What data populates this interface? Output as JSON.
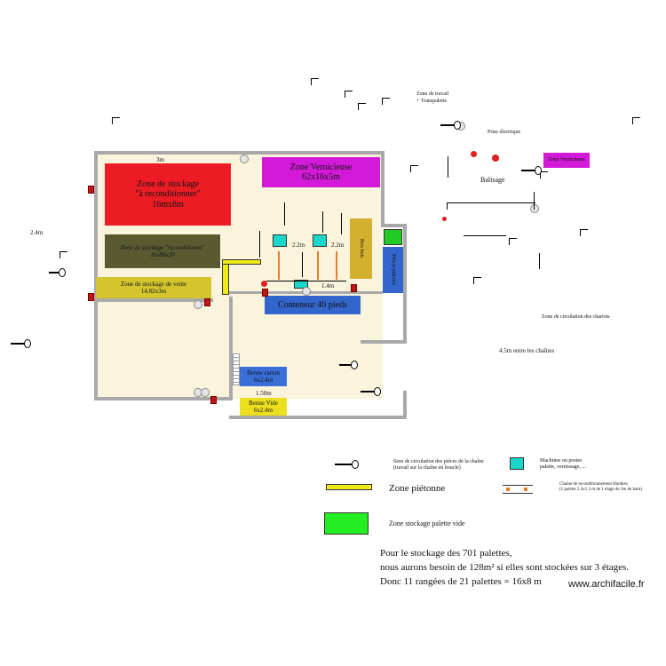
{
  "zones": {
    "stock_recond": {
      "line1": "Zone de stockage",
      "line2": "\"à reconditionner\"",
      "line3": "16mx8m",
      "color": "#ed1c24"
    },
    "vernicious": {
      "line1": "Zone Vernicieuse",
      "line2": "62x16x5m",
      "color": "#d21ad8"
    },
    "stock_recondit": {
      "line1": "Zone de stockage \"reconditionné\"",
      "line2": "16x80x20",
      "color": "#5a5a32"
    },
    "stock_vente": {
      "line1": "Zone de stockage de vente",
      "line2": "14.82x3m",
      "color": "#d4c52f"
    },
    "conteneur": {
      "label": "Conteneur 40 pieds",
      "color": "#3366cc"
    },
    "pieces_palettes": {
      "label": "Pièces palettes",
      "color": "#3366cc"
    },
    "wood_box": {
      "label": "Box bois",
      "color": "#d4b02f"
    },
    "green_small": {
      "color": "#22cc22"
    },
    "benne_carton": {
      "line1": "Benne carton",
      "line2": "6x2.4m",
      "color": "#3a6fd8"
    },
    "benne_vide": {
      "line1": "Benne Vide",
      "line2": "6x2.4m",
      "color": "#ecdf1e"
    },
    "right_magenta": {
      "label": "Zone Vernicieuse",
      "color": "#d21ad8"
    }
  },
  "labels": {
    "zone_travail": "Zone de travail",
    "transpalette": "+ Transpalette",
    "prise": "Prise électrique",
    "balisage": "Balisage",
    "circulation": "Zone de circulation des chariots",
    "entre_chaines": "4.5m entre les chaînes",
    "dim_3m": "3m",
    "dim_24m": "2.4m",
    "dim_15m": "1.50m",
    "dim_22m": "2.2m",
    "dim_14m": "1.4m"
  },
  "legend": {
    "arrow_text_1": "Sens de circulation des pièces de la chaîne",
    "arrow_text_2": "(travail sur la chaîne en boucle)",
    "cyan_text_1": "Machines ou postes",
    "cyan_text_2": "palette, vernissage, ...",
    "pedestrian": "Zone piétonne",
    "chain_text_1": "Chaîne de reconditionnement Huntkey",
    "chain_text_2": "(1 palette 2.4x1.2 m de 1 étage de 3m de haut)",
    "empty_pallet": "Zone stockage palette vide"
  },
  "footer": {
    "line1": "Pour le stockage des 701 palettes,",
    "line2": "nous aurons besoin de 128m² si elles sont stockées sur 3 étages.",
    "line3": "Donc 11 rangées de 21 palettes = 16x8 m",
    "watermark": "www.archifacile.fr"
  }
}
